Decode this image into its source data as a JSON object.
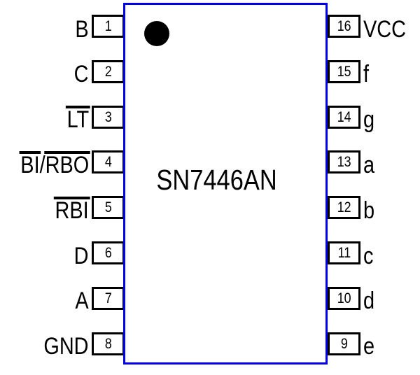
{
  "chip": {
    "title": "SN7446AN",
    "package": "DIP-16",
    "border_color": "#0000e8",
    "body_color": "#ffffff",
    "pin1_indicator": "black-dot"
  },
  "pins": {
    "left": [
      {
        "number": "1",
        "label_parts": [
          {
            "text": "B",
            "overline": false
          }
        ]
      },
      {
        "number": "2",
        "label_parts": [
          {
            "text": "C",
            "overline": false
          }
        ]
      },
      {
        "number": "3",
        "label_parts": [
          {
            "text": "LT",
            "overline": true
          }
        ]
      },
      {
        "number": "4",
        "label_parts": [
          {
            "text": "BI",
            "overline": true
          },
          {
            "text": "/",
            "overline": false
          },
          {
            "text": "RBO",
            "overline": true
          }
        ]
      },
      {
        "number": "5",
        "label_parts": [
          {
            "text": "RBI",
            "overline": true
          }
        ]
      },
      {
        "number": "6",
        "label_parts": [
          {
            "text": "D",
            "overline": false
          }
        ]
      },
      {
        "number": "7",
        "label_parts": [
          {
            "text": "A",
            "overline": false
          }
        ]
      },
      {
        "number": "8",
        "label_parts": [
          {
            "text": "GND",
            "overline": false
          }
        ]
      }
    ],
    "right": [
      {
        "number": "16",
        "label_parts": [
          {
            "text": "VCC",
            "overline": false
          }
        ]
      },
      {
        "number": "15",
        "label_parts": [
          {
            "text": "f",
            "overline": false
          }
        ]
      },
      {
        "number": "14",
        "label_parts": [
          {
            "text": "g",
            "overline": false
          }
        ]
      },
      {
        "number": "13",
        "label_parts": [
          {
            "text": "a",
            "overline": false
          }
        ]
      },
      {
        "number": "12",
        "label_parts": [
          {
            "text": "b",
            "overline": false
          }
        ]
      },
      {
        "number": "11",
        "label_parts": [
          {
            "text": "c",
            "overline": false
          }
        ]
      },
      {
        "number": "10",
        "label_parts": [
          {
            "text": "d",
            "overline": false
          }
        ]
      },
      {
        "number": "9",
        "label_parts": [
          {
            "text": "e",
            "overline": false
          }
        ]
      }
    ]
  },
  "layout_colors": {
    "text": "#000000",
    "pin_box_border": "#000000",
    "background": "#ffffff"
  }
}
